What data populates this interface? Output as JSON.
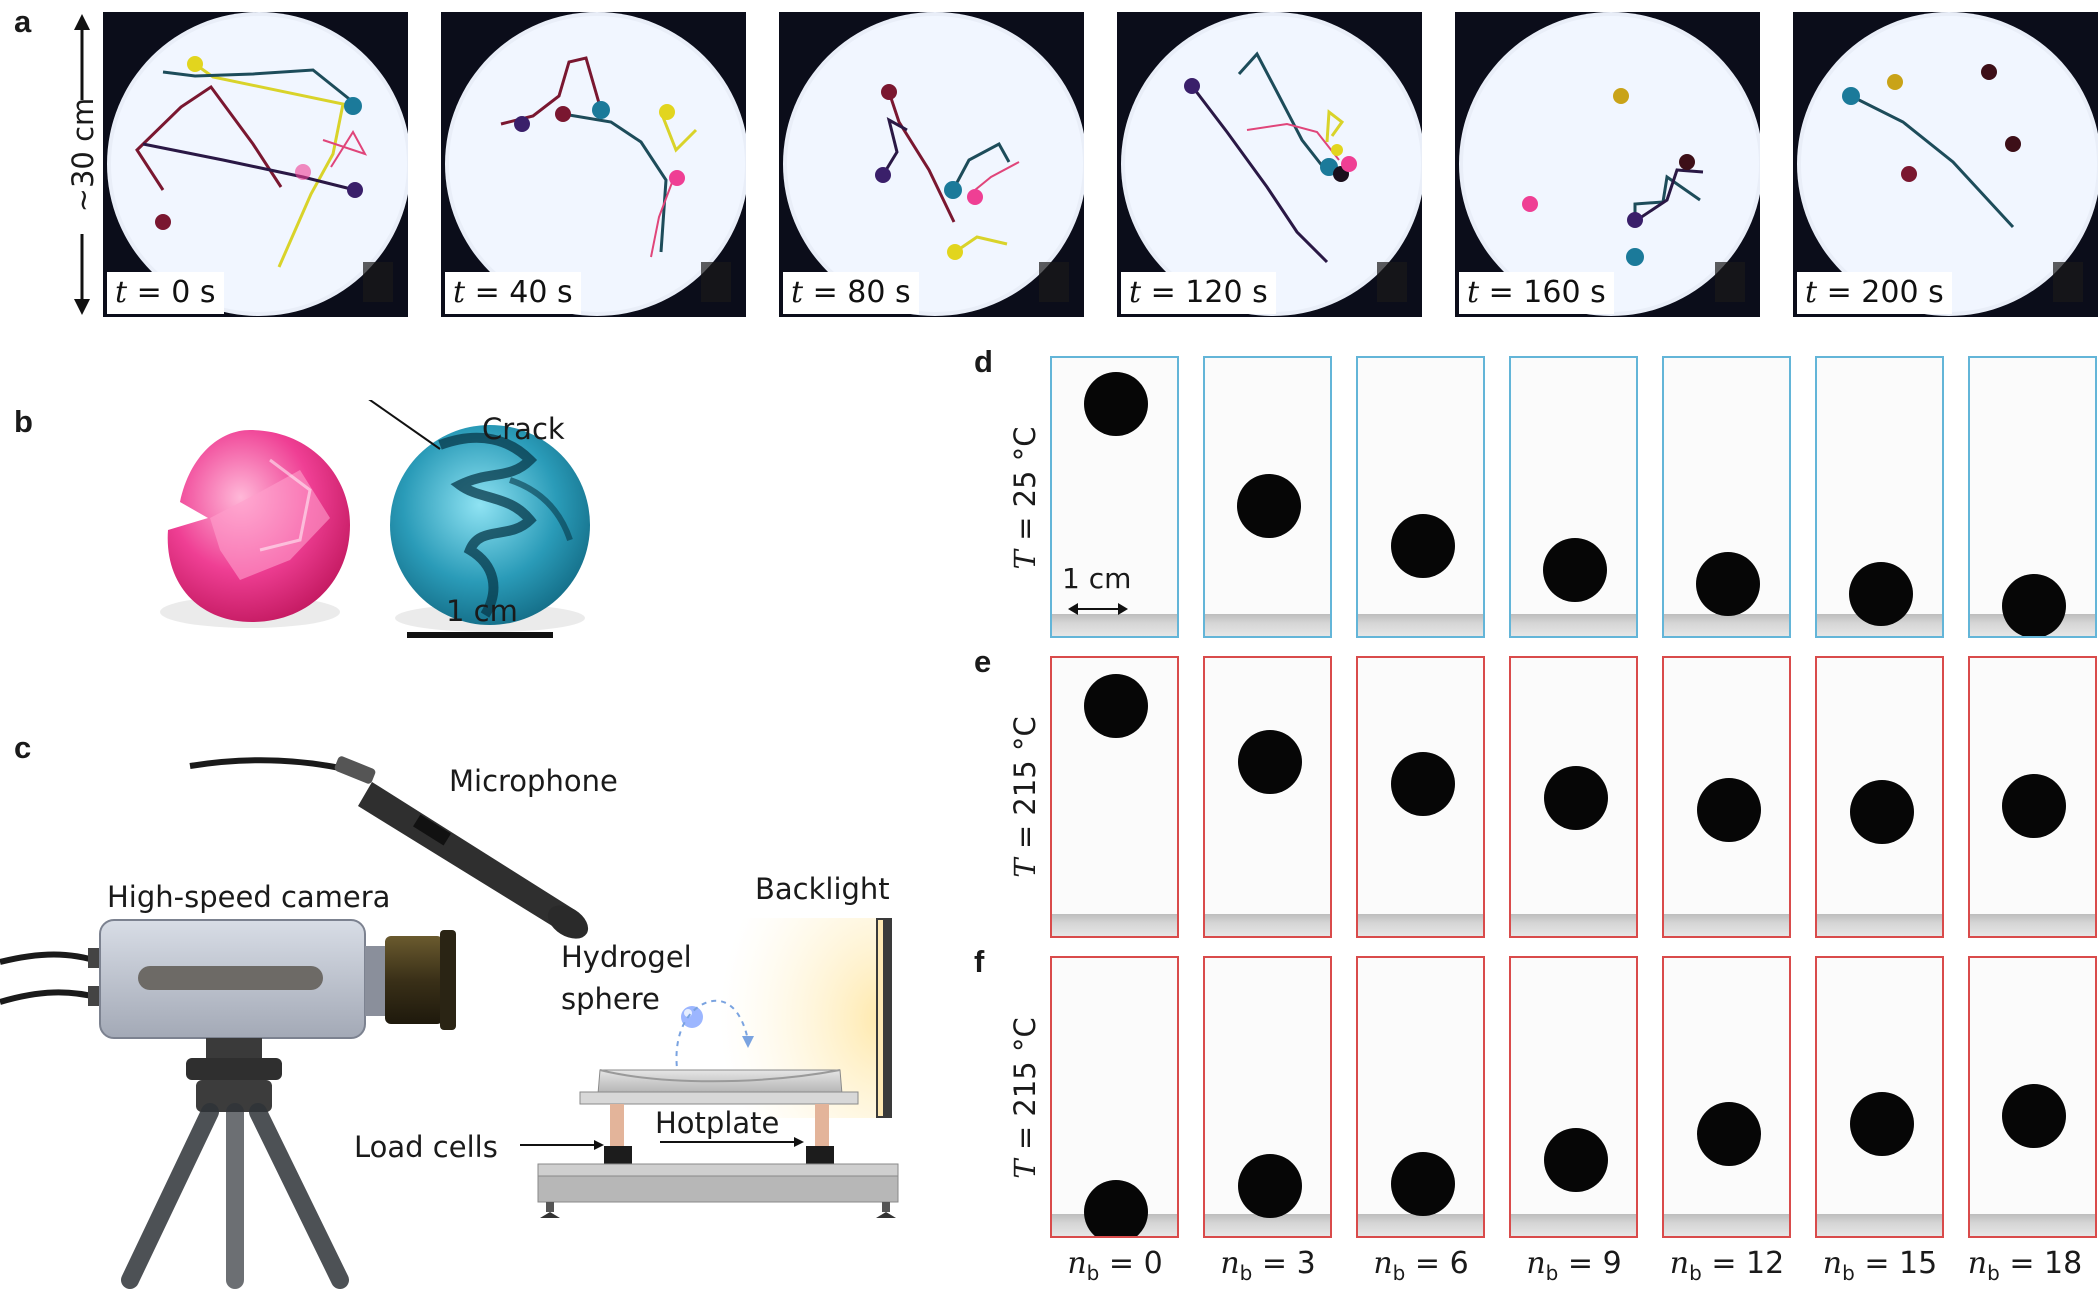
{
  "panel_labels": {
    "a": "a",
    "b": "b",
    "c": "c",
    "d": "d",
    "e": "e",
    "f": "f"
  },
  "panel_a": {
    "scale_label": "~30 cm",
    "frames": [
      {
        "t_var": "t",
        "t_rest": " = 0 s"
      },
      {
        "t_var": "t",
        "t_rest": " = 40 s"
      },
      {
        "t_var": "t",
        "t_rest": " = 80 s"
      },
      {
        "t_var": "t",
        "t_rest": " = 120 s"
      },
      {
        "t_var": "t",
        "t_rest": " = 160 s"
      },
      {
        "t_var": "t",
        "t_rest": " = 200 s"
      }
    ]
  },
  "panel_b": {
    "crack_label": "Crack",
    "scale_label": "1 cm"
  },
  "panel_c": {
    "microphone": "Microphone",
    "camera": "High-speed camera",
    "backlight": "Backlight",
    "hydrogel_line1": "Hydrogel",
    "hydrogel_line2": "sphere",
    "hotplate": "Hotplate",
    "load_cells": "Load cells"
  },
  "panel_d": {
    "row_var": "T",
    "row_rest": " = 25 °C",
    "scale_label": "1 cm"
  },
  "panel_e": {
    "row_var": "T",
    "row_rest": " = 215 °C"
  },
  "panel_f": {
    "row_var": "T",
    "row_rest": " = 215 °C"
  },
  "bounce_columns": [
    {
      "var": "n",
      "sub": "b",
      "rest": " = 0"
    },
    {
      "var": "n",
      "sub": "b",
      "rest": " = 3"
    },
    {
      "var": "n",
      "sub": "b",
      "rest": " = 6"
    },
    {
      "var": "n",
      "sub": "b",
      "rest": " = 9"
    },
    {
      "var": "n",
      "sub": "b",
      "rest": " = 12"
    },
    {
      "var": "n",
      "sub": "b",
      "rest": " = 15"
    },
    {
      "var": "n",
      "sub": "b",
      "rest": " = 18"
    }
  ],
  "colors": {
    "frame_blue": "#63b5d8",
    "frame_red": "#d94b4b",
    "sphere_pink": "#ef3f94",
    "sphere_cyan": "#2a9bb8"
  }
}
